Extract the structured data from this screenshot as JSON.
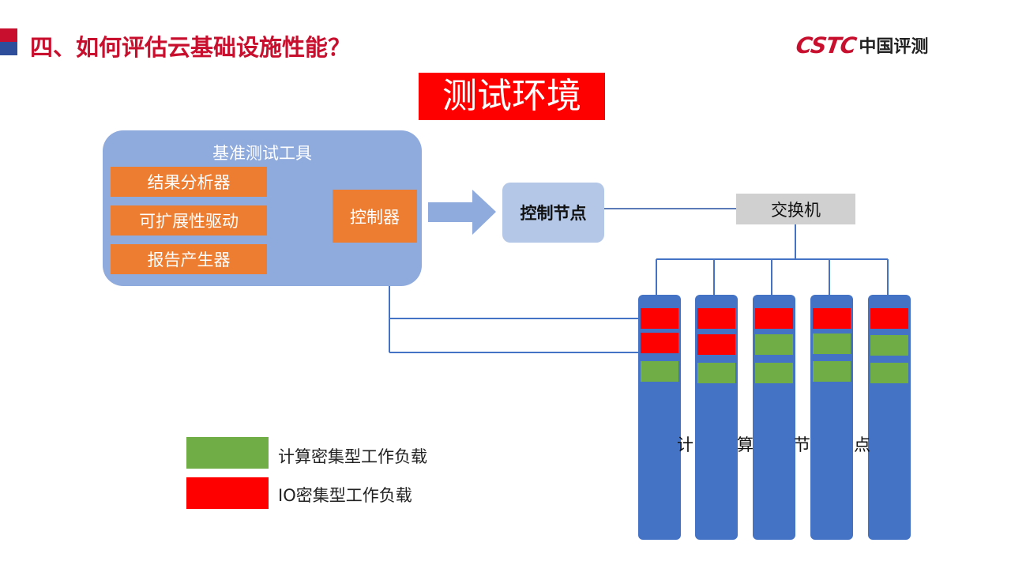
{
  "header": {
    "title": "四、如何评估云基础设施性能？",
    "logo_mark": "CSTC",
    "logo_text": "中国评测"
  },
  "banner": {
    "text": "测试环境"
  },
  "benchmark": {
    "title": "基准测试工具",
    "components": [
      "结果分析器",
      "可扩展性驱动",
      "报告产生器"
    ],
    "controller": "控制器"
  },
  "control_node": "控制节点",
  "switch": "交换机",
  "compute_nodes": {
    "label_chars": [
      "计",
      "算",
      "节",
      "点"
    ],
    "columns": [
      [
        "io",
        "io",
        "cpu"
      ],
      [
        "io",
        "io",
        "cpu"
      ],
      [
        "io",
        "cpu",
        "cpu"
      ],
      [
        "io",
        "cpu",
        "cpu"
      ],
      [
        "io",
        "cpu",
        "cpu"
      ]
    ]
  },
  "legend": [
    {
      "label": "计算密集型工作负载",
      "color": "#70ad47"
    },
    {
      "label": "IO密集型工作负载",
      "color": "#ff0000"
    }
  ],
  "colors": {
    "title_red": "#c8102e",
    "banner_red": "#ff0000",
    "bench_bg": "#8faadc",
    "orange": "#ed7d31",
    "control_node_bg": "#b4c7e7",
    "switch_bg": "#d0d0d0",
    "node_blue": "#4472c4",
    "cpu_green": "#70ad47",
    "io_red": "#ff0000",
    "wire_blue": "#4472c4"
  }
}
